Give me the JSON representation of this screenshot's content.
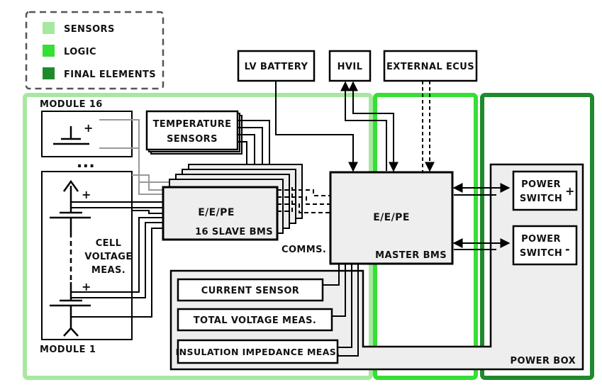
{
  "colors": {
    "sensors": "#a6e8a0",
    "logic": "#35df34",
    "final_elements": "#1f8a2c",
    "box_fill": "#eeeeee",
    "stroke": "#000000"
  },
  "legend": {
    "items": [
      {
        "label": "SENSORS",
        "color_key": "sensors"
      },
      {
        "label": "LOGIC",
        "color_key": "logic"
      },
      {
        "label": "FINAL ELEMENTS",
        "color_key": "final_elements"
      }
    ]
  },
  "external": {
    "lv_battery": "LV BATTERY",
    "hvil": "HVIL",
    "external_ecus": "EXTERNAL ECUS"
  },
  "modules": {
    "module_16": "MODULE 16",
    "module_1": "MODULE 1",
    "ellipsis": "...",
    "plus_sign": "+",
    "cell_voltage_line1": "CELL",
    "cell_voltage_line2": "VOLTAGE",
    "cell_voltage_line3": "MEAS."
  },
  "temperature_sensors": {
    "line1": "TEMPERATURE",
    "line2": "SENSORS"
  },
  "slave_bms": {
    "function": "E/E/PE",
    "name": "16 SLAVE BMS"
  },
  "comms": "COMMS.",
  "master_bms": {
    "function": "E/E/PE",
    "name": "MASTER BMS"
  },
  "power_box": {
    "title": "POWER BOX",
    "current_sensor": "CURRENT SENSOR",
    "total_voltage": "TOTAL VOLTAGE MEAS.",
    "insulation": "INSULATION IMPEDANCE MEAS."
  },
  "power_switches": [
    {
      "line1": "POWER",
      "line2": "SWITCH",
      "polarity": "+"
    },
    {
      "line1": "POWER",
      "line2": "SWITCH",
      "polarity": "-"
    }
  ]
}
